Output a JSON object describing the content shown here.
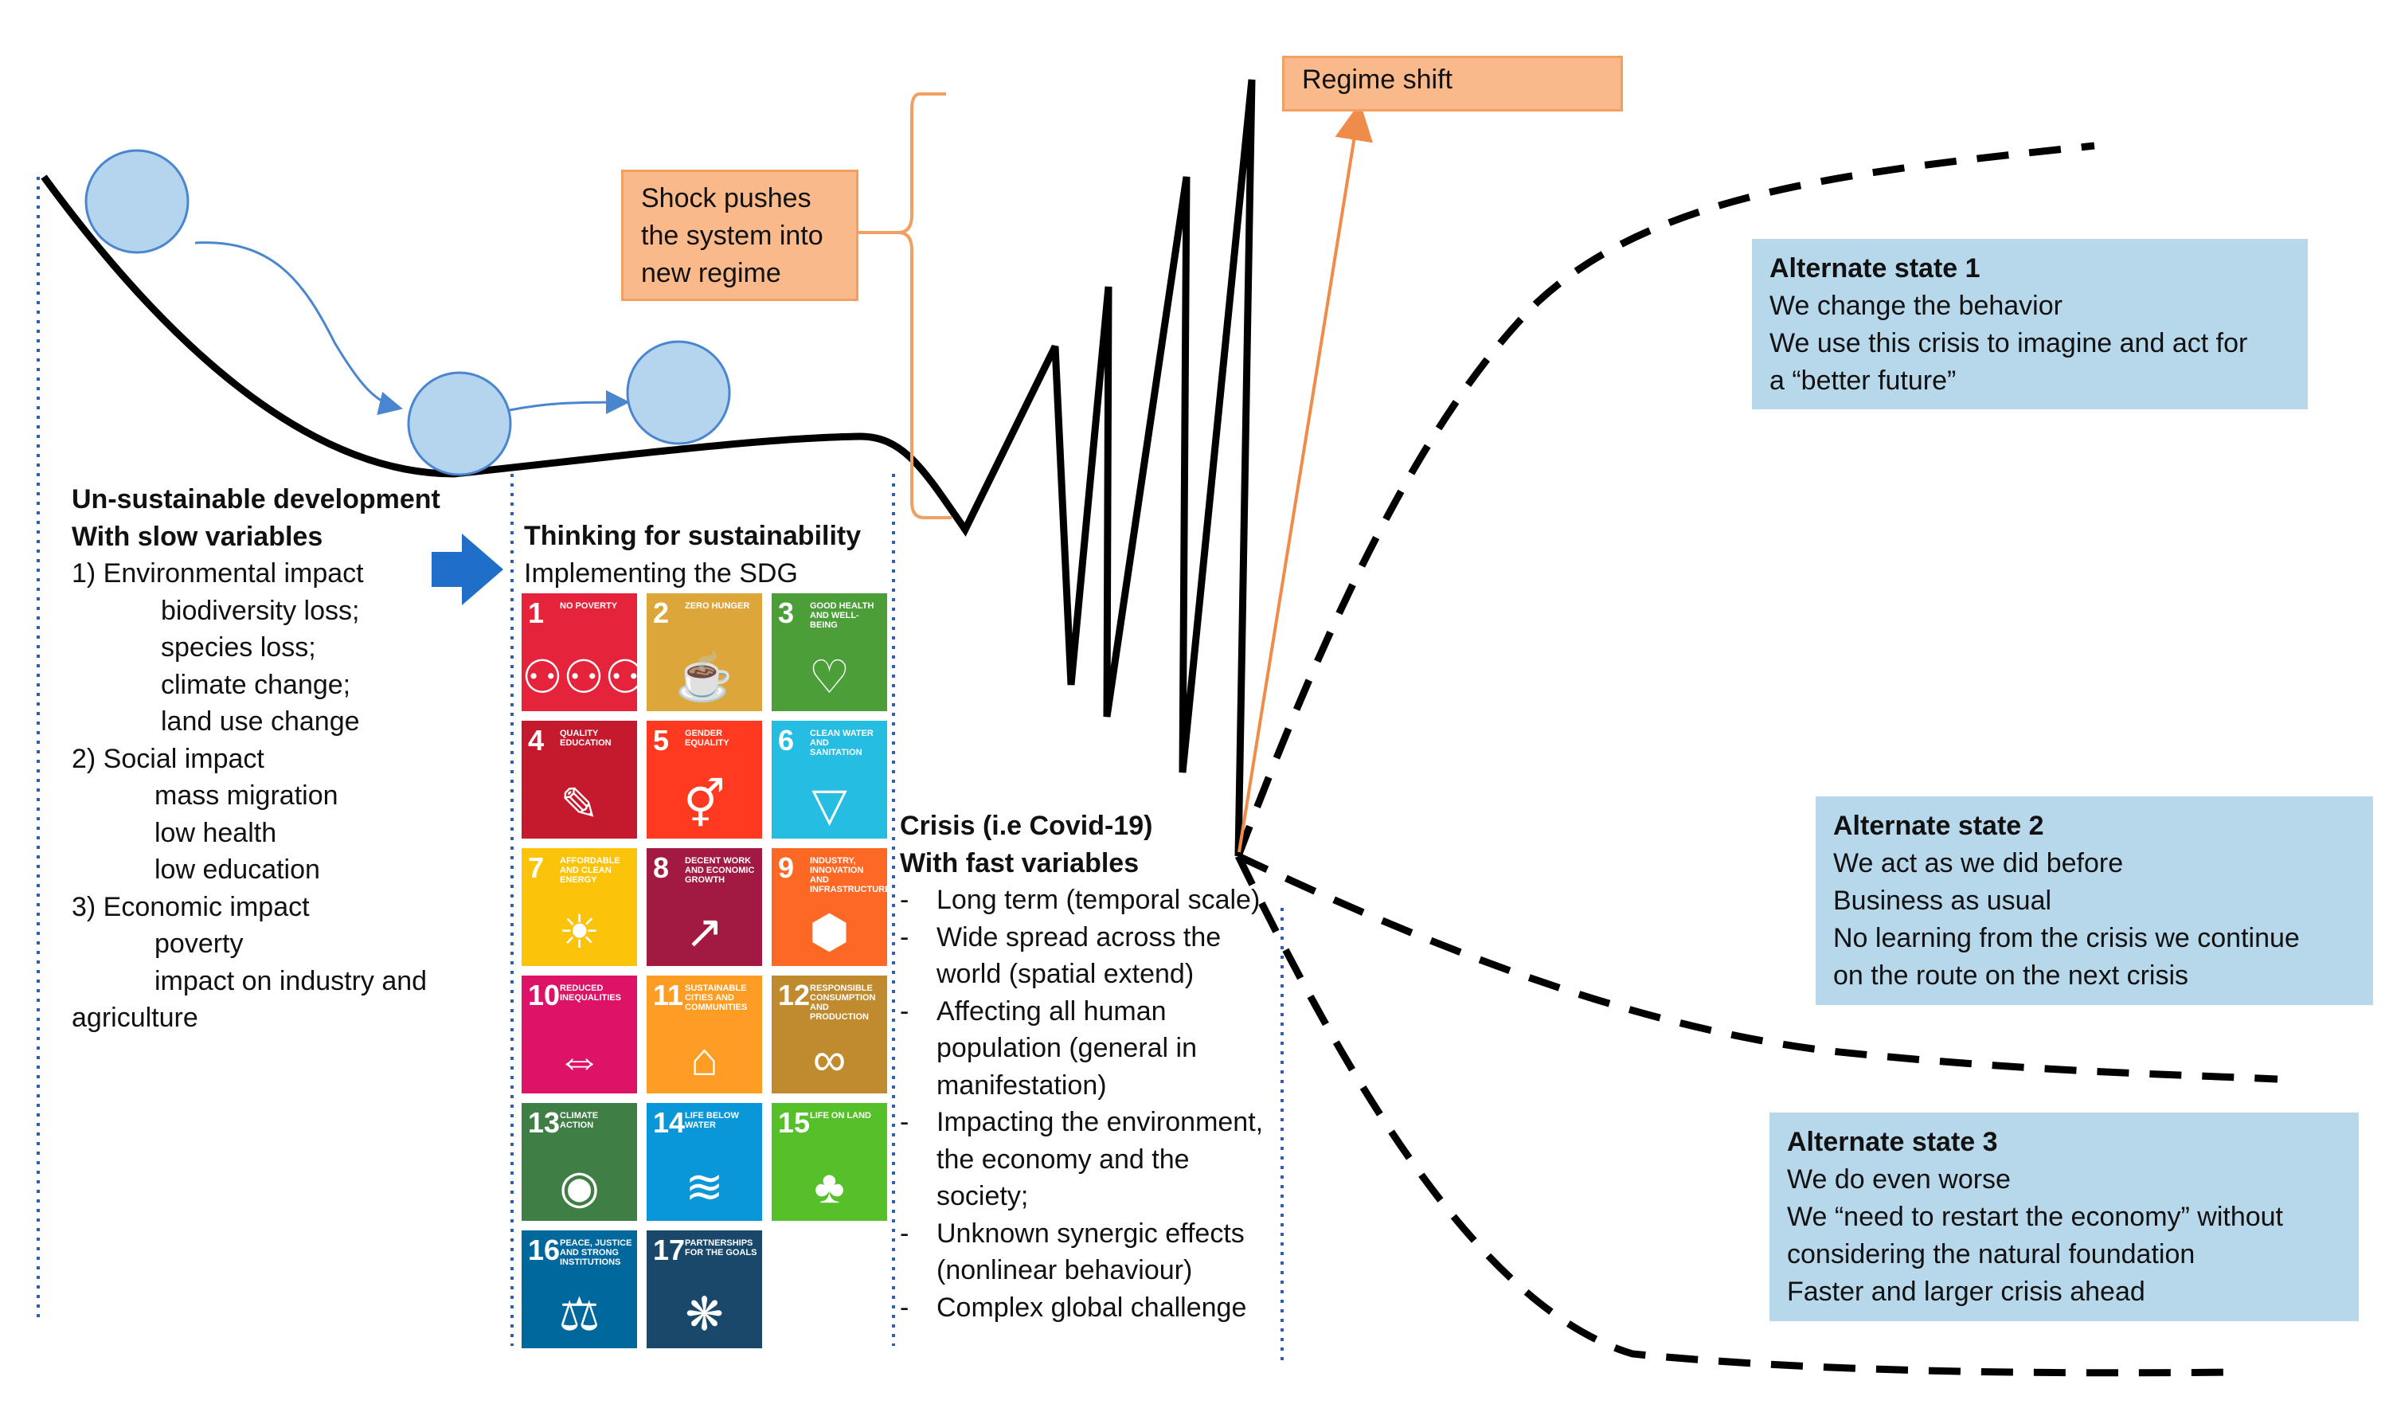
{
  "regime_shift": "Regime shift",
  "shock_box": [
    "Shock pushes",
    "the system into",
    "new regime"
  ],
  "left_column": {
    "title": "Un-sustainable development",
    "subtitle": "With slow variables",
    "env_heading": "1) Environmental impact",
    "env_items": [
      "biodiversity loss;",
      "species loss;",
      "climate change;",
      "land use change"
    ],
    "social_heading": "2) Social impact",
    "social_items": [
      "mass migration",
      "low health",
      "low education"
    ],
    "econ_heading": "3) Economic impact",
    "econ_items": [
      "poverty",
      "impact on industry and"
    ],
    "econ_tail": "agriculture"
  },
  "sustainability": {
    "title": "Thinking for sustainability",
    "subtitle": "Implementing the SDG"
  },
  "sdg_tiles": [
    {
      "num": "1",
      "label": "No poverty",
      "color": "#e5243b",
      "icon": "⚇⚇⚇"
    },
    {
      "num": "2",
      "label": "Zero hunger",
      "color": "#dda63a",
      "icon": "☕"
    },
    {
      "num": "3",
      "label": "Good health and well-being",
      "color": "#4c9f38",
      "icon": "♡"
    },
    {
      "num": "4",
      "label": "Quality education",
      "color": "#c5192d",
      "icon": "✎"
    },
    {
      "num": "5",
      "label": "Gender equality",
      "color": "#ff3a21",
      "icon": "⚥"
    },
    {
      "num": "6",
      "label": "Clean water and sanitation",
      "color": "#26bde2",
      "icon": "▽"
    },
    {
      "num": "7",
      "label": "Affordable and clean energy",
      "color": "#fcc30b",
      "icon": "☀"
    },
    {
      "num": "8",
      "label": "Decent work and economic growth",
      "color": "#a21942",
      "icon": "↗"
    },
    {
      "num": "9",
      "label": "Industry, innovation and infrastructure",
      "color": "#fd6925",
      "icon": "⬢"
    },
    {
      "num": "10",
      "label": "Reduced inequalities",
      "color": "#dd1367",
      "icon": "⇔"
    },
    {
      "num": "11",
      "label": "Sustainable cities and communities",
      "color": "#fd9d24",
      "icon": "⌂"
    },
    {
      "num": "12",
      "label": "Responsible consumption and production",
      "color": "#bf8b2e",
      "icon": "∞"
    },
    {
      "num": "13",
      "label": "Climate action",
      "color": "#3f7e44",
      "icon": "◉"
    },
    {
      "num": "14",
      "label": "Life below water",
      "color": "#0a97d9",
      "icon": "≋"
    },
    {
      "num": "15",
      "label": "Life on land",
      "color": "#56c02b",
      "icon": "♣"
    },
    {
      "num": "16",
      "label": "Peace, justice and strong institutions",
      "color": "#00689d",
      "icon": "⚖"
    },
    {
      "num": "17",
      "label": "Partnerships for the goals",
      "color": "#19486a",
      "icon": "❋"
    }
  ],
  "crisis": {
    "title": "Crisis (i.e Covid-19)",
    "subtitle": "With fast variables",
    "items": [
      "Long term (temporal scale)",
      "Wide spread across the world (spatial extend)",
      "Affecting all human population (general in manifestation)",
      "Impacting the environment, the economy and the society;",
      "Unknown synergic effects (nonlinear behaviour)",
      "Complex global challenge"
    ]
  },
  "alt1": {
    "title": "Alternate state 1",
    "lines": [
      "We change the behavior",
      "We use this crisis to imagine and act for",
      "a “better future”"
    ]
  },
  "alt2": {
    "title": "Alternate state 2",
    "lines": [
      "We act as we did before",
      "Business as usual",
      "No learning from the crisis we continue",
      "on the route on the next crisis"
    ]
  },
  "alt3": {
    "title": "Alternate state 3",
    "lines": [
      "We do even worse",
      "We “need to restart the economy” without",
      "considering the natural foundation",
      "Faster and larger crisis ahead"
    ]
  },
  "colors": {
    "orange_fill": "#f9b98a",
    "orange_line": "#f08c4a",
    "blue_box": "#b7d7ea",
    "ball_fill": "#b5d5ee",
    "arrow_blue": "#1f6fc8",
    "divider": "#2f5fb0"
  }
}
